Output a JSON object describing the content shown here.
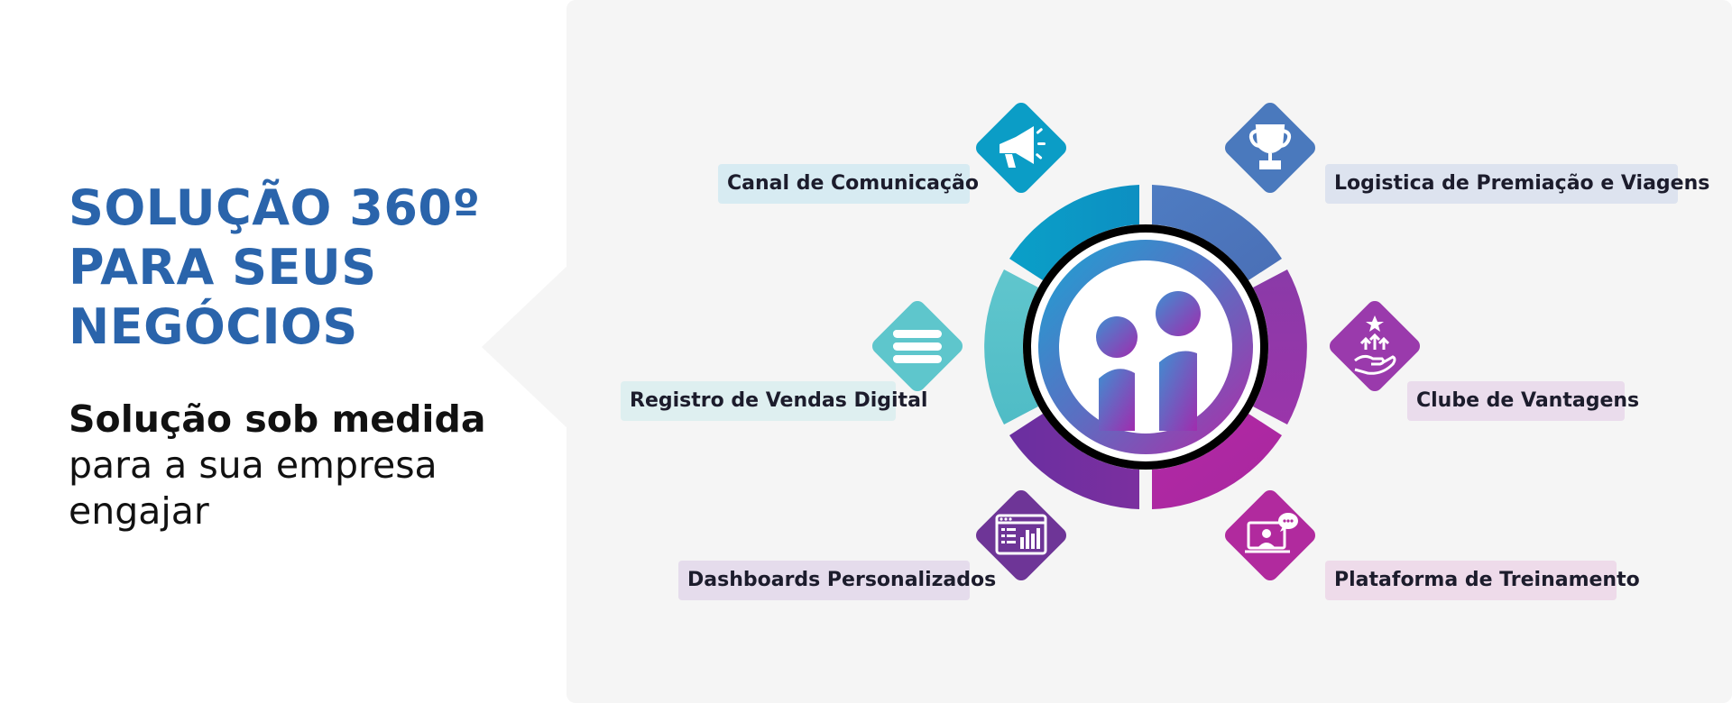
{
  "headline": [
    "SOLUÇÃO 360º",
    "PARA SEUS",
    "NEGÓCIOS"
  ],
  "subline": {
    "strong": "Solução sob medida",
    "rest": [
      "para a sua empresa",
      "engajar"
    ]
  },
  "colors": {
    "headline": "#2a64ab",
    "panel": "#f5f5f5",
    "cyan": "#0097c4",
    "blue": "#4777bc",
    "teal": "#5ec6cc",
    "purple": "#6b3496",
    "magenta": "#ad2aa2",
    "violet": "#9236a9"
  },
  "diagram": {
    "center_logo": "ii-logo-icon",
    "features": [
      {
        "id": "canal",
        "label": "Canal de Comunicação",
        "icon": "megaphone-icon",
        "color": "#0b9dc6",
        "label_bg": "#d7ebf2"
      },
      {
        "id": "logistica",
        "label": "Logistica de Premiação e Viagens",
        "icon": "trophy-icon",
        "color": "#4a79bd",
        "label_bg": "#dde3ef"
      },
      {
        "id": "registro",
        "label": "Registro de Vendas Digital",
        "icon": "list-icon",
        "color": "#5ec6cc",
        "label_bg": "#deeff0"
      },
      {
        "id": "clube",
        "label": "Clube de Vantagens",
        "icon": "hand-arrows-star-icon",
        "color": "#9a3aac",
        "label_bg": "#eadcec"
      },
      {
        "id": "dashboards",
        "label": "Dashboards Personalizados",
        "icon": "dashboard-chart-icon",
        "color": "#6e3597",
        "label_bg": "#e5dcec"
      },
      {
        "id": "plataforma",
        "label": "Plataforma de Treinamento",
        "icon": "video-training-icon",
        "color": "#b12a9e",
        "label_bg": "#eedbea"
      }
    ]
  }
}
